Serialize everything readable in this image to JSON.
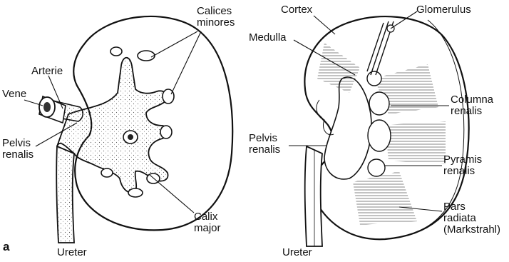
{
  "figure": {
    "panel_label": "a",
    "left_kidney": {
      "labels": {
        "calices_minores": [
          "Calices",
          "minores"
        ],
        "arterie": "Arterie",
        "vene": "Vene",
        "pelvis_renalis": [
          "Pelvis",
          "renalis"
        ],
        "calix_major": [
          "Calix",
          "major"
        ],
        "ureter": "Ureter"
      }
    },
    "right_kidney": {
      "labels": {
        "cortex": "Cortex",
        "glomerulus": "Glomerulus",
        "medulla": "Medulla",
        "columna_renalis": [
          "Columna",
          "renalis"
        ],
        "pelvis_renalis": [
          "Pelvis",
          "renalis"
        ],
        "pyramis_renalis": [
          "Pyramis",
          "renalis"
        ],
        "pars_radiata": [
          "Pars",
          "radiata",
          "(Markstrahl)"
        ],
        "ureter": "Ureter"
      }
    },
    "colors": {
      "ink": "#111111",
      "stipple": "#e9e9e9",
      "paper": "#ffffff"
    }
  }
}
